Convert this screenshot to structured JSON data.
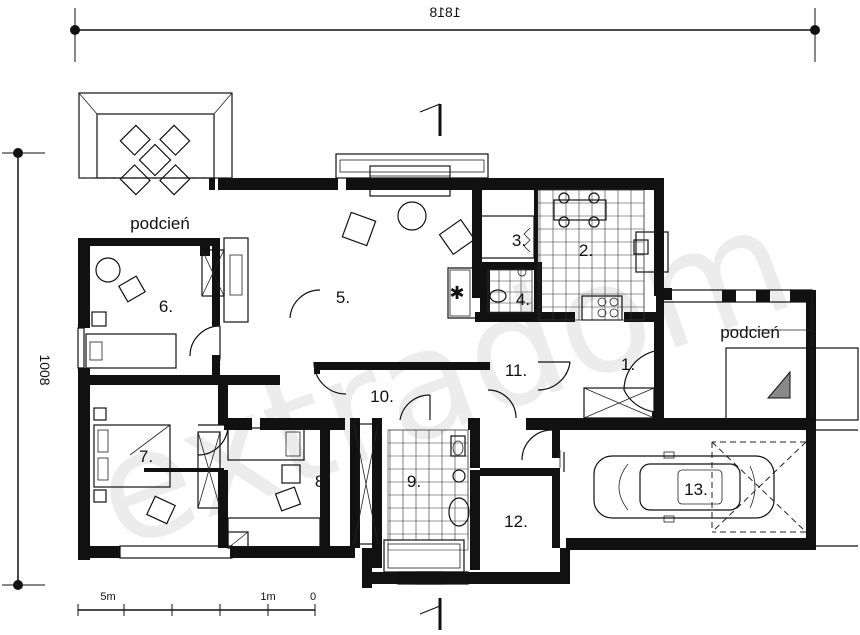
{
  "dimensions": {
    "width_label": "1818",
    "height_label": "1008"
  },
  "scale_bar": {
    "labels": [
      "0",
      "1m",
      "5m"
    ]
  },
  "section_marks": [
    "I",
    "I"
  ],
  "rooms": [
    {
      "id": "1",
      "label": "1."
    },
    {
      "id": "2",
      "label": "2."
    },
    {
      "id": "3",
      "label": "3."
    },
    {
      "id": "4",
      "label": "4."
    },
    {
      "id": "5",
      "label": "5."
    },
    {
      "id": "6",
      "label": "6."
    },
    {
      "id": "7",
      "label": "7."
    },
    {
      "id": "8",
      "label": "8."
    },
    {
      "id": "9",
      "label": "9."
    },
    {
      "id": "10",
      "label": "10."
    },
    {
      "id": "11",
      "label": "11."
    },
    {
      "id": "12",
      "label": "12."
    },
    {
      "id": "13",
      "label": "13."
    }
  ],
  "areas": {
    "terrace_left": "podcień",
    "porch_right": "podcień"
  },
  "watermark": "extradom",
  "colors": {
    "wall": "#111111",
    "background": "#ffffff",
    "watermark": "#ececec",
    "roof_triangle": "#888888"
  }
}
